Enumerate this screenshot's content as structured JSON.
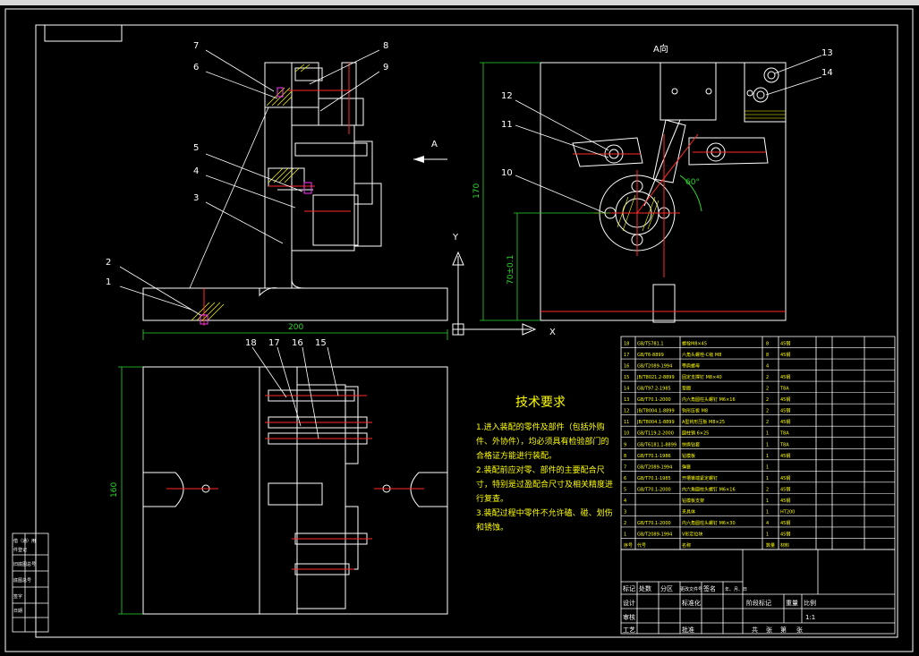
{
  "view_label_a": "A向",
  "arrow_label_a": "A",
  "part_numbers_left": [
    "7",
    "6",
    "5",
    "4",
    "3",
    "2",
    "1"
  ],
  "part_numbers_right": [
    "8",
    "9"
  ],
  "part_numbers_view_a": [
    "12",
    "11",
    "10",
    "13",
    "14"
  ],
  "part_numbers_bottom": [
    "18",
    "17",
    "16",
    "15"
  ],
  "dimensions": {
    "width_200": "200",
    "height_170": "170",
    "height_160": "160",
    "height_70": "70±0.1",
    "angle_60": "60°"
  },
  "axis_label_y": "Y",
  "axis_label_x": "X",
  "technical_requirements": {
    "title": "技术要求",
    "lines": [
      "1.进入装配的零件及部件（包括外购",
      "件、外协件），均必须具有检验部门的",
      "合格证方能进行装配。",
      "2.装配前应对零、部件的主要配合尺",
      "寸，特别是过盈配合尺寸及相关精度进",
      "行复查。",
      "3.装配过程中零件不允许磕、碰、划伤",
      "和锈蚀。"
    ]
  },
  "bom": {
    "rows": [
      {
        "no": "18",
        "code": "GB/T5781.1",
        "name": "螺栓M8×45",
        "qty": "8",
        "mat": "45钢"
      },
      {
        "no": "17",
        "code": "GB/T6-8899",
        "name": "六角头螺栓-C级 M8",
        "qty": "8",
        "mat": "45钢"
      },
      {
        "no": "16",
        "code": "GB/T2089-1994",
        "name": "带肩螺母",
        "qty": "4",
        "mat": ""
      },
      {
        "no": "15",
        "code": "JB/T8021.2-8899",
        "name": "固定支撑钉 M8×40",
        "qty": "2",
        "mat": "45钢"
      },
      {
        "no": "14",
        "code": "GB/T97.2-1985",
        "name": "垫圈",
        "qty": "2",
        "mat": "T8A"
      },
      {
        "no": "13",
        "code": "GB/T70.1-2000",
        "name": "内六角圆柱头螺钉 M6×16",
        "qty": "2",
        "mat": "45钢"
      },
      {
        "no": "12",
        "code": "JB/T8004.1-8899",
        "name": "钩形压板 M8",
        "qty": "2",
        "mat": "45钢"
      },
      {
        "no": "11",
        "code": "JB/T8004.1-8899",
        "name": "A型钩形压板 M8×25",
        "qty": "2",
        "mat": "45钢"
      },
      {
        "no": "10",
        "code": "GB/T119.2-2000",
        "name": "圆柱销 6×25",
        "qty": "1",
        "mat": "T8A"
      },
      {
        "no": "9",
        "code": "GB/T6181.1-8899",
        "name": "快换钻套",
        "qty": "1",
        "mat": "T8A"
      },
      {
        "no": "8",
        "code": "GB/T70.1-1986",
        "name": "钻模板",
        "qty": "1",
        "mat": "45钢"
      },
      {
        "no": "7",
        "code": "GB/T2089-1994",
        "name": "弹簧",
        "qty": "1",
        "mat": ""
      },
      {
        "no": "6",
        "code": "GB/T70.1-1985",
        "name": "开槽锥端紧定螺钉",
        "qty": "1",
        "mat": "45钢"
      },
      {
        "no": "5",
        "code": "GB/T70.1-2000",
        "name": "内六角圆柱头螺钉 M6×16",
        "qty": "2",
        "mat": "45钢"
      },
      {
        "no": "4",
        "code": "",
        "name": "钻模板支架",
        "qty": "1",
        "mat": "45钢"
      },
      {
        "no": "3",
        "code": "",
        "name": "夹具体",
        "qty": "1",
        "mat": "HT200"
      },
      {
        "no": "2",
        "code": "GB/T70.1-2000",
        "name": "内六角圆柱头螺钉 M6×30",
        "qty": "4",
        "mat": "45钢"
      },
      {
        "no": "1",
        "code": "GB/T2089-1994",
        "name": "V形定位块",
        "qty": "1",
        "mat": "45钢"
      }
    ],
    "header": {
      "no": "序号",
      "code": "代号",
      "name": "名称",
      "qty": "数量",
      "mat": "材料"
    }
  },
  "title_block": {
    "labels": [
      "标记",
      "处数",
      "分区",
      "更改文件号",
      "签名",
      "年、月、日"
    ],
    "design": "设计",
    "standard": "标准化",
    "stage_labels": [
      "阶段标记",
      "重量",
      "比例"
    ],
    "scale": "1:1",
    "review": "审核",
    "process": "工艺",
    "approve": "批准",
    "sheet": [
      "共",
      "张",
      "第",
      "张"
    ]
  },
  "left_strip_labels": [
    "借（通）用",
    "件登记",
    "旧底图总号",
    "底图总号",
    "签字",
    "日期"
  ]
}
